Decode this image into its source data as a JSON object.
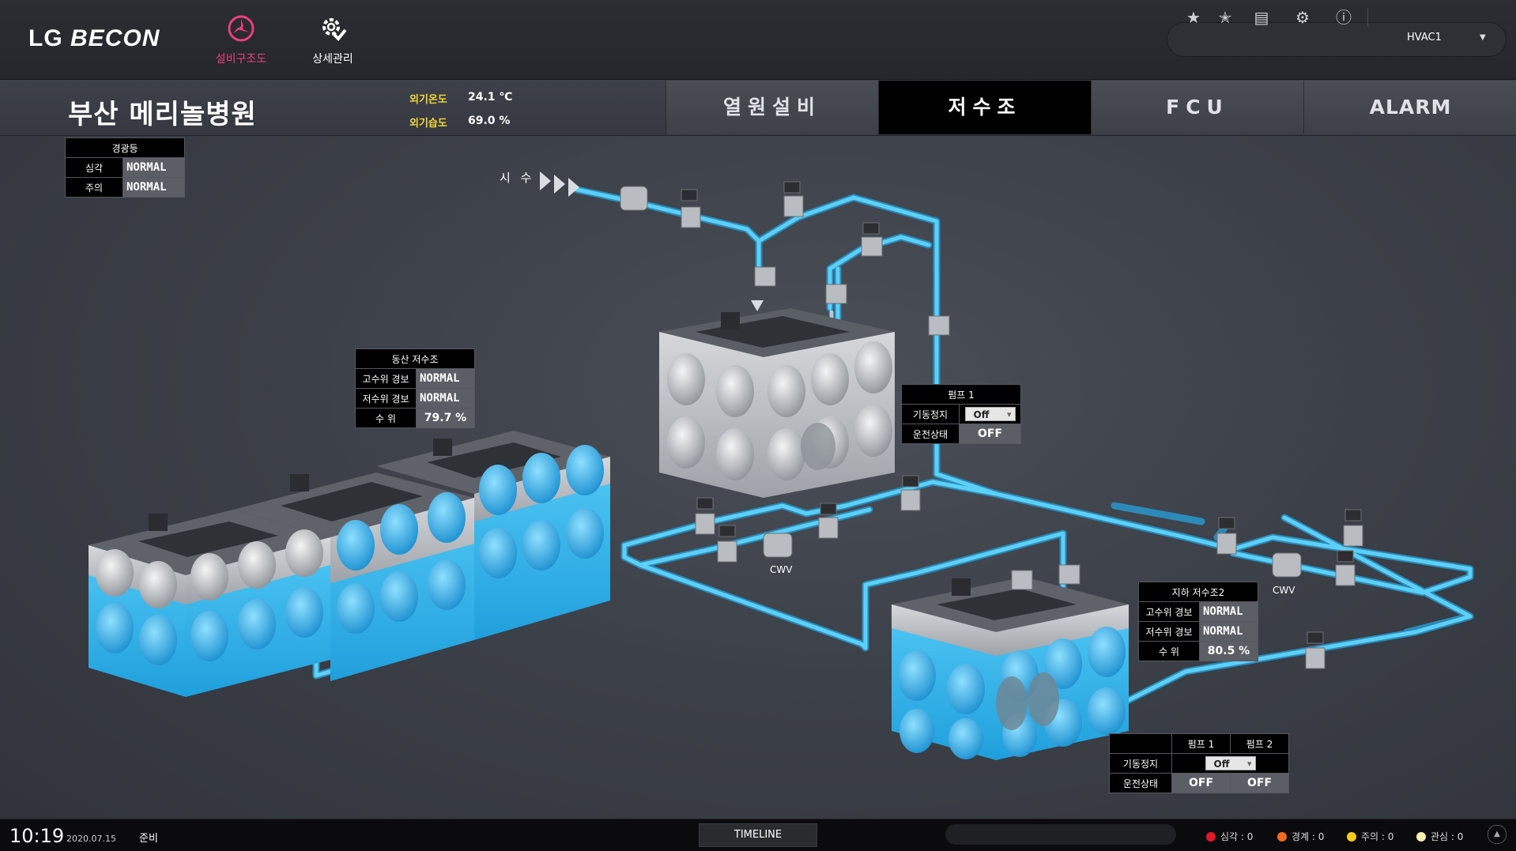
{
  "header": {
    "logo_prefix": "LG",
    "logo_brand": "BECON",
    "nav": [
      {
        "label": "설비구조도",
        "icon": "equipment-diagram-icon",
        "active": true
      },
      {
        "label": "상세관리",
        "icon": "detail-settings-icon",
        "active": false
      }
    ],
    "tools": [
      "favorite-dropdown-icon",
      "favorite-settings-icon",
      "clipboard-icon",
      "gear-icon",
      "alert-icon"
    ],
    "user_select": "HVAC1"
  },
  "site": {
    "title": "부산 메리놀병원",
    "outdoor_temp_label": "외기온도",
    "outdoor_temp_value": "24.1 ℃",
    "outdoor_humidity_label": "외기습도",
    "outdoor_humidity_value": "69.0 %"
  },
  "tabs": [
    {
      "label": "열원설비",
      "active": false
    },
    {
      "label": "저수조",
      "active": true
    },
    {
      "label": "FCU",
      "active": false
    },
    {
      "label": "ALARM",
      "active": false
    }
  ],
  "warning_light": {
    "title": "경광등",
    "rows": [
      {
        "label": "심각",
        "value": "NORMAL"
      },
      {
        "label": "주의",
        "value": "NORMAL"
      }
    ]
  },
  "tank_dongsan": {
    "title": "동산 저수조",
    "rows": [
      {
        "label": "고수위 경보",
        "value": "NORMAL"
      },
      {
        "label": "저수위 경보",
        "value": "NORMAL"
      },
      {
        "label": "수 위",
        "value": "79.7 %"
      }
    ],
    "level_fraction": 0.797
  },
  "pump_top": {
    "title": "펌프 1",
    "rows": [
      {
        "label": "기동정지",
        "value": "Off"
      },
      {
        "label": "운전상태",
        "value": "OFF"
      }
    ]
  },
  "tank_basement2": {
    "title": "지하 저수조2",
    "rows": [
      {
        "label": "고수위 경보",
        "value": "NORMAL"
      },
      {
        "label": "저수위 경보",
        "value": "NORMAL"
      },
      {
        "label": "수 위",
        "value": "80.5 %"
      }
    ],
    "level_fraction": 0.805
  },
  "pump_bottom": {
    "col1": "펌프 1",
    "col2": "펌프 2",
    "start_label": "기동정지",
    "start_value": "Off",
    "run_label": "운전상태",
    "run1": "OFF",
    "run2": "OFF"
  },
  "diagram": {
    "city_water_label": "시 수",
    "cwv_label_1": "CWV",
    "cwv_label_2": "CWV"
  },
  "footer": {
    "time": "10:19",
    "date": "2020.07.15",
    "status": "준비",
    "timeline": "TIMELINE",
    "alarms": [
      {
        "label": "심각 : 0",
        "color": "#e0182b"
      },
      {
        "label": "경계 : 0",
        "color": "#f26a1b"
      },
      {
        "label": "주의 : 0",
        "color": "#f5cc1a"
      },
      {
        "label": "관심 : 0",
        "color": "#f8efb0"
      }
    ]
  },
  "colors": {
    "accent_pink": "#e8407e",
    "water": "#38b8ef",
    "pipe": "#4fc3ee",
    "weather_label": "#f3d63a"
  }
}
